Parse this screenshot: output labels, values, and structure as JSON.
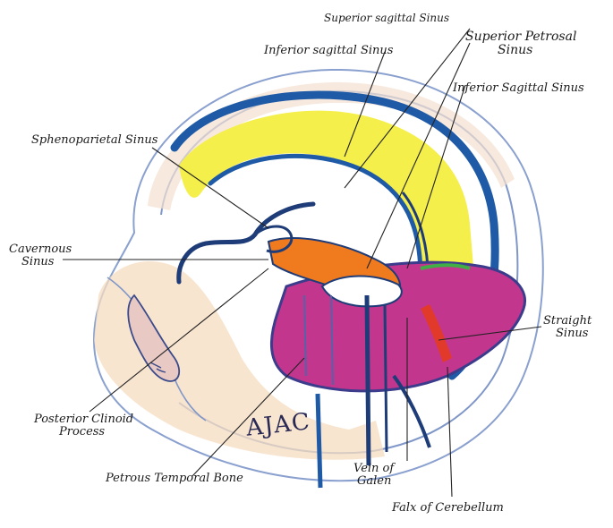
{
  "labels": {
    "superior_sagittal_sinus": "Superior sagittal Sinus",
    "inferior_sagittal_sinus_top": "Inferior sagittal Sinus",
    "superior_petrosal_sinus": [
      "Superior Petrosal",
      "Sinus"
    ],
    "inferior_sagittal_sinus_right": "Inferior Sagittal Sinus",
    "sphenoparietal_sinus": "Sphenoparietal Sinus",
    "cavernous_sinus": [
      "Cavernous",
      "Sinus"
    ],
    "straight_sinus": [
      "Straight",
      "Sinus"
    ],
    "posterior_clinoid_process": [
      "Posterior Clinoid",
      "Process"
    ],
    "petrous_temporal_bone": "Petrous Temporal Bone",
    "vein_of_galen": [
      "Vein of",
      "Galen"
    ],
    "falx_of_cerebellum": "Falx of Cerebellum"
  },
  "signature": "AJAC",
  "colors": {
    "sinus_blue": "#1f5aa6",
    "dark_blue": "#1e3c78",
    "falx_yellow": "#f4ef4a",
    "tentorium_magenta": "#c3368e",
    "orange": "#f07a1e",
    "skull_outline": "#6a86c0",
    "bone_tan": "#f6dcc0",
    "green": "#3fae45",
    "red": "#e23a2a"
  }
}
